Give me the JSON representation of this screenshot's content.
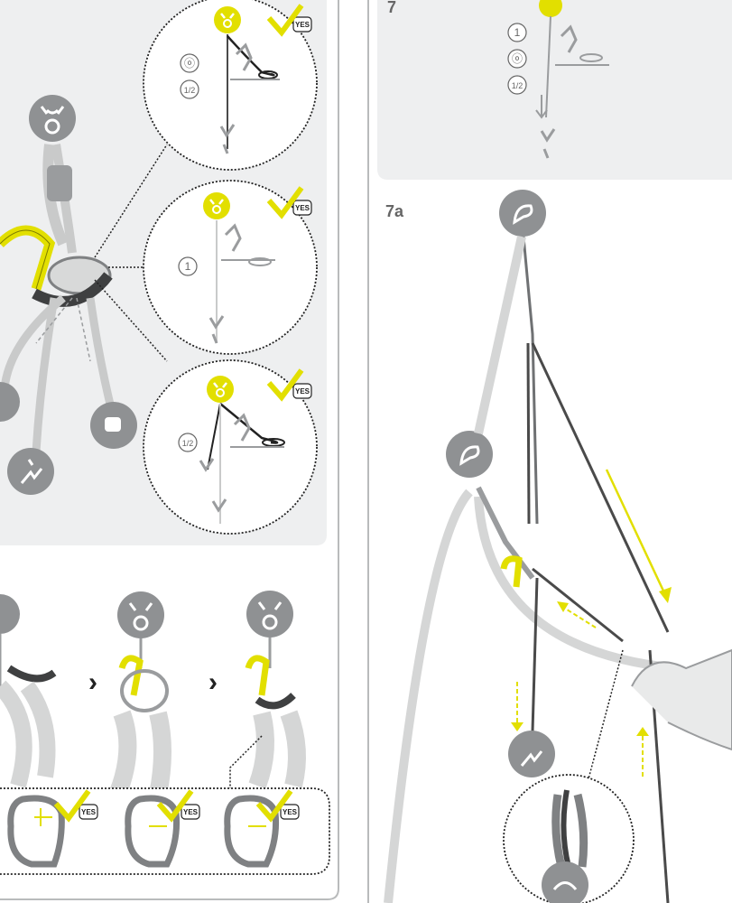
{
  "step_labels": {
    "step_7": "7",
    "step_7a": "7a"
  },
  "check_badge_text": "YES",
  "circle_markers": {
    "one": "1",
    "double": "ⓞ",
    "half": "1/2"
  },
  "arrow_marker": "›",
  "colors": {
    "accent_yellow": "#e2df00",
    "panel_gray": "#eeeff0",
    "icon_gray": "#8f9193",
    "rope_gray": "#c9caca",
    "dark": "#4a4a4a"
  }
}
